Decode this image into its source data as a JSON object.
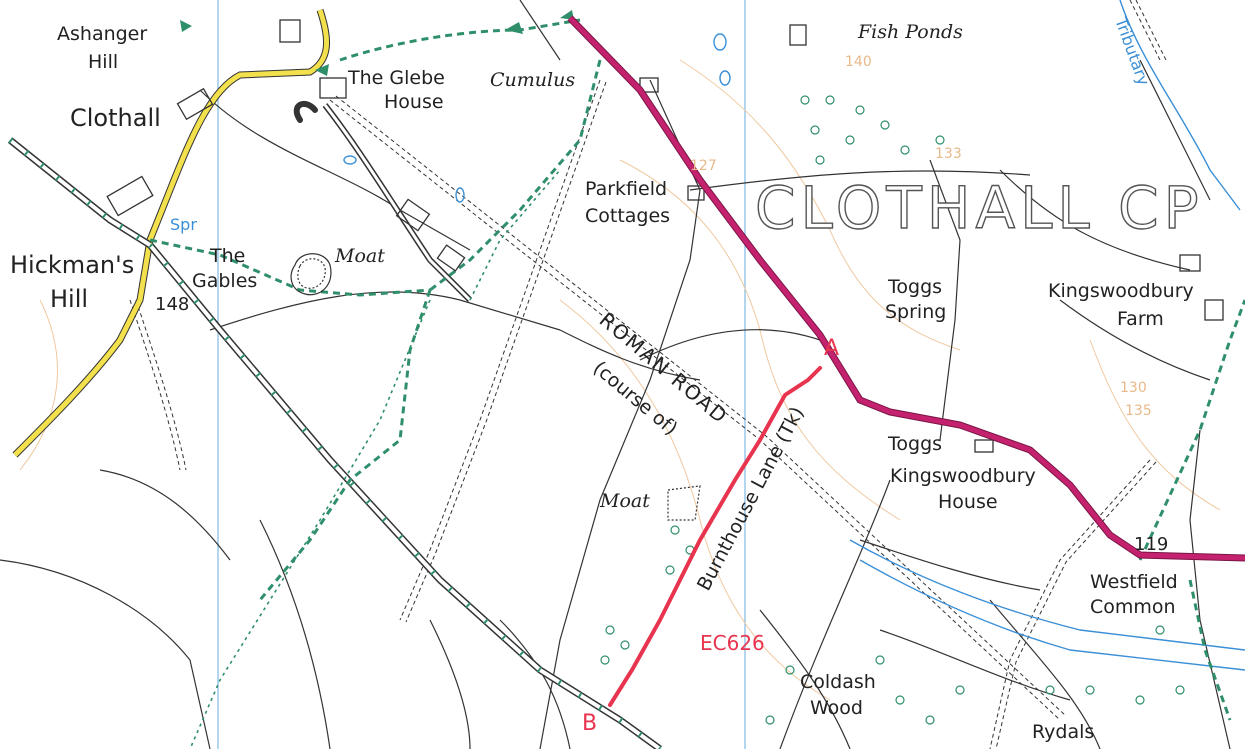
{
  "labels": {
    "ashanger": "Ashanger",
    "ashanger_hill": "Hill",
    "clothall": "Clothall",
    "the_glebe": "The Glebe",
    "glebe_house": "House",
    "cumulus": "Cumulus",
    "fish_ponds": "Fish Ponds",
    "tributary": "Tributary",
    "clothall_cp": "CLOTHALL CP",
    "parkfield": "Parkfield",
    "cottages": "Cottages",
    "spr": "Spr",
    "the_gables_1": "The",
    "the_gables_2": "Gables",
    "moat_1": "Moat",
    "hickmans": "Hickman's",
    "hickmans_hill": "Hill",
    "spot_148": "148",
    "toggs_spring_1": "Toggs",
    "toggs_spring_2": "Spring",
    "kingswoodbury_farm_1": "Kingswoodbury",
    "kingswoodbury_farm_2": "Farm",
    "roman_road_1": "ROMAN ROAD",
    "roman_road_2": "(course of)",
    "burnthouse_lane": "Burnthouse Lane (Tk)",
    "toggs": "Toggs",
    "kingswoodbury_house_1": "Kingswoodbury",
    "kingswoodbury_house_2": "House",
    "moat_2": "Moat",
    "spot_119": "119",
    "westfield_1": "Westfield",
    "westfield_2": "Common",
    "ec626": "EC626",
    "coldash_1": "Coldash",
    "coldash_2": "Wood",
    "rydals": "Rydals",
    "point_a": "A",
    "point_b": "B"
  },
  "contour_numbers": [
    "140",
    "133",
    "127",
    "130",
    "135"
  ],
  "colors": {
    "yellow_road": "#f2e14c",
    "magenta_road": "#c4226e",
    "highlight_route": "#e8344e",
    "footpath": "#2f8f6a",
    "water": "#3a8fd6",
    "grid": "#7fb9e6",
    "contour": "#f0c9a0"
  }
}
